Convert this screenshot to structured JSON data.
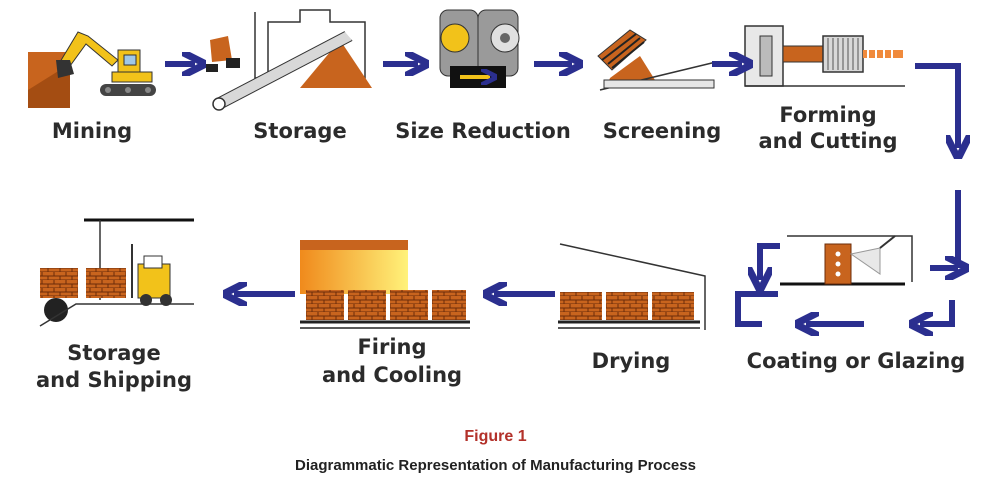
{
  "steps": {
    "mining": "Mining",
    "storage": "Storage",
    "size_reduction": "Size Reduction",
    "screening": "Screening",
    "forming_1": "Forming",
    "forming_2": "and Cutting",
    "coating": "Coating or Glazing",
    "drying": "Drying",
    "firing_1": "Firing",
    "firing_2": "and Cooling",
    "shipping_1": "Storage",
    "shipping_2": "and Shipping"
  },
  "caption": {
    "figure": "Figure 1",
    "title": "Diagrammatic Representation of Manufacturing Process"
  },
  "colors": {
    "arrow": "#2b2f8f",
    "brick": "#c8641e",
    "machine_yellow": "#f2c21a",
    "caption_red": "#b3312a"
  },
  "icons": [
    "excavator-icon",
    "conveyor-icon",
    "crusher-rollers-icon",
    "screen-icon",
    "extruder-icon",
    "glazing-station-icon",
    "dryer-shed-icon",
    "kiln-icon",
    "forklift-icon",
    "flow-arrow-icon"
  ]
}
